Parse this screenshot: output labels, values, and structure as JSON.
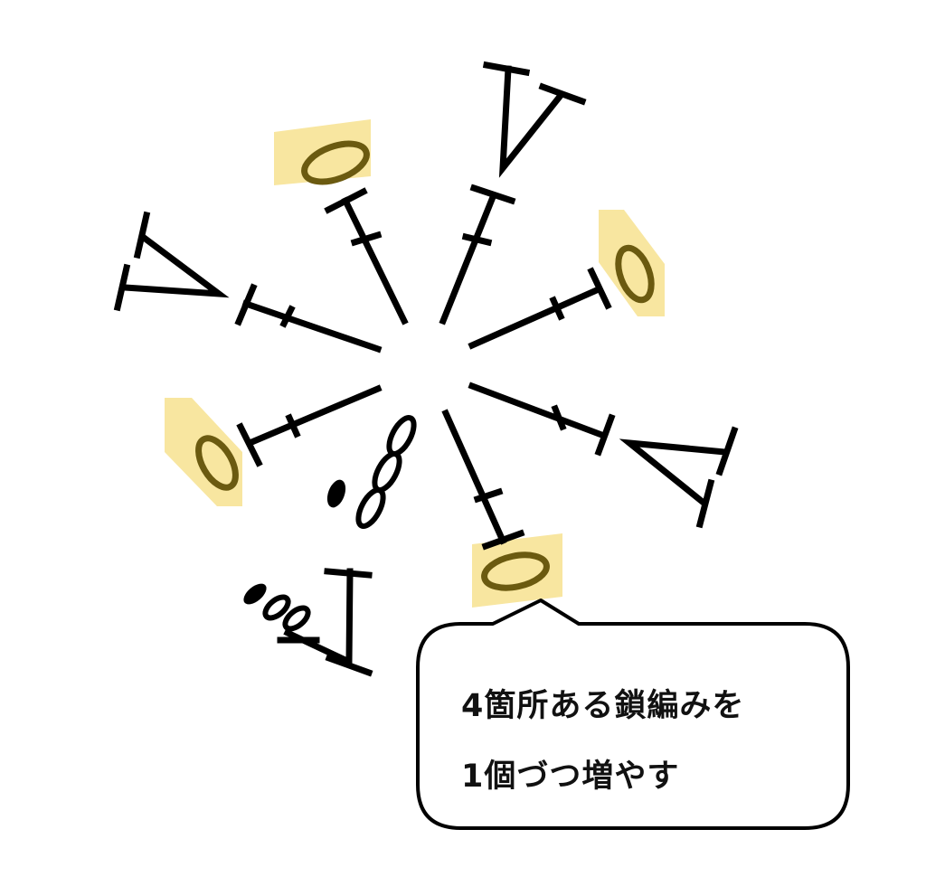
{
  "diagram": {
    "highlight_color": "#f8e6a0",
    "ring_outline_color": "#6b5a10",
    "symbols": [
      {
        "type": "double-crochet",
        "label": "highlighted-chain"
      },
      {
        "type": "double-crochet-increase-v"
      },
      {
        "type": "double-crochet",
        "label": "highlighted-chain"
      },
      {
        "type": "double-crochet-increase-v"
      },
      {
        "type": "double-crochet",
        "label": "highlighted-chain"
      },
      {
        "type": "double-crochet-increase-v"
      },
      {
        "type": "double-crochet",
        "label": "highlighted-chain"
      },
      {
        "type": "double-crochet-increase-v"
      }
    ]
  },
  "callout": {
    "line1": "4箇所ある鎖編みを",
    "line2": "1個づつ増やす"
  }
}
